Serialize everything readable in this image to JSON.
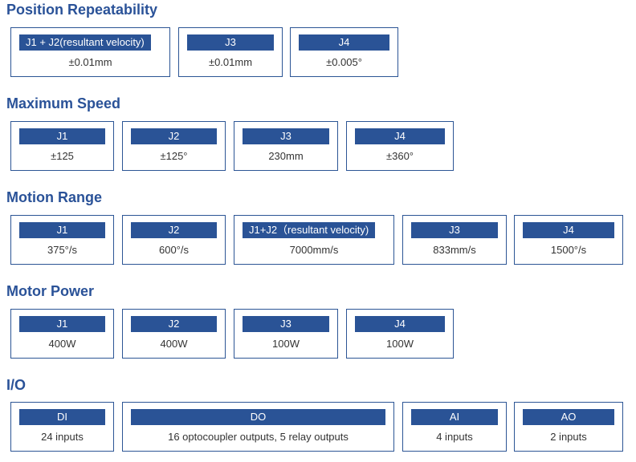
{
  "sections": [
    {
      "title": "Position Repeatability",
      "cards": [
        {
          "label": "J1 + J2(resultant velocity)",
          "value": "±0.01mm"
        },
        {
          "label": "J3",
          "value": "±0.01mm"
        },
        {
          "label": "J4",
          "value": "±0.005°"
        }
      ]
    },
    {
      "title": "Maximum Speed",
      "cards": [
        {
          "label": "J1",
          "value": "±125"
        },
        {
          "label": "J2",
          "value": "±125°"
        },
        {
          "label": "J3",
          "value": "230mm"
        },
        {
          "label": "J4",
          "value": "±360°"
        }
      ]
    },
    {
      "title": "Motion Range",
      "cards": [
        {
          "label": "J1",
          "value": "375°/s"
        },
        {
          "label": "J2",
          "value": "600°/s"
        },
        {
          "label": "J1+J2（resultant velocity)",
          "value": "7000mm/s"
        },
        {
          "label": "J3",
          "value": "833mm/s"
        },
        {
          "label": "J4",
          "value": "1500°/s"
        }
      ]
    },
    {
      "title": "Motor Power",
      "cards": [
        {
          "label": "J1",
          "value": "400W"
        },
        {
          "label": "J2",
          "value": "400W"
        },
        {
          "label": "J3",
          "value": "100W"
        },
        {
          "label": "J4",
          "value": "100W"
        }
      ]
    },
    {
      "title": "I/O",
      "cards": [
        {
          "label": "DI",
          "value": "24 inputs"
        },
        {
          "label": "DO",
          "value": "16 optocoupler outputs, 5 relay outputs"
        },
        {
          "label": "AI",
          "value": "4 inputs"
        },
        {
          "label": "AO",
          "value": "2 inputs"
        }
      ]
    }
  ]
}
